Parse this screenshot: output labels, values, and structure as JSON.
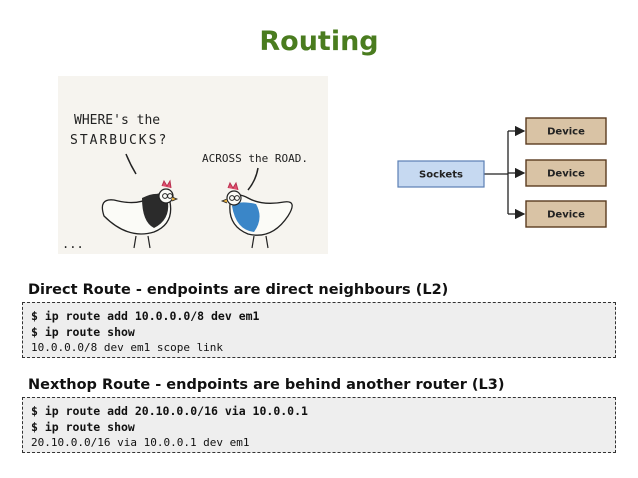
{
  "title": "Routing",
  "cartoon": {
    "bubble_left_line1": "WHERE's the",
    "bubble_left_line2": "STARBUCKS?",
    "bubble_right": "ACROSS the ROAD.",
    "ellipsis": "..."
  },
  "diagram": {
    "source_label": "Sockets",
    "devices": [
      "Device",
      "Device",
      "Device"
    ],
    "colors": {
      "source_fill": "#c6d9f1",
      "source_stroke": "#5b7fb3",
      "device_fill": "#d9c3a5",
      "device_stroke": "#5a3b1f"
    }
  },
  "direct": {
    "heading": "Direct Route - endpoints are direct neighbours (L2)",
    "lines": [
      {
        "text": "$ ip route add 10.0.0.0/8 dev em1",
        "kind": "cmd"
      },
      {
        "text": "$ ip route show",
        "kind": "cmd"
      },
      {
        "text": "10.0.0.0/8 dev em1 scope link",
        "kind": "out"
      }
    ]
  },
  "nexthop": {
    "heading": "Nexthop Route - endpoints are behind another router (L3)",
    "lines": [
      {
        "text": "$ ip route add 20.10.0.0/16 via 10.0.0.1",
        "kind": "cmd"
      },
      {
        "text": "$ ip route show",
        "kind": "cmd"
      },
      {
        "text": "20.10.0.0/16 via 10.0.0.1 dev em1",
        "kind": "out"
      }
    ]
  }
}
